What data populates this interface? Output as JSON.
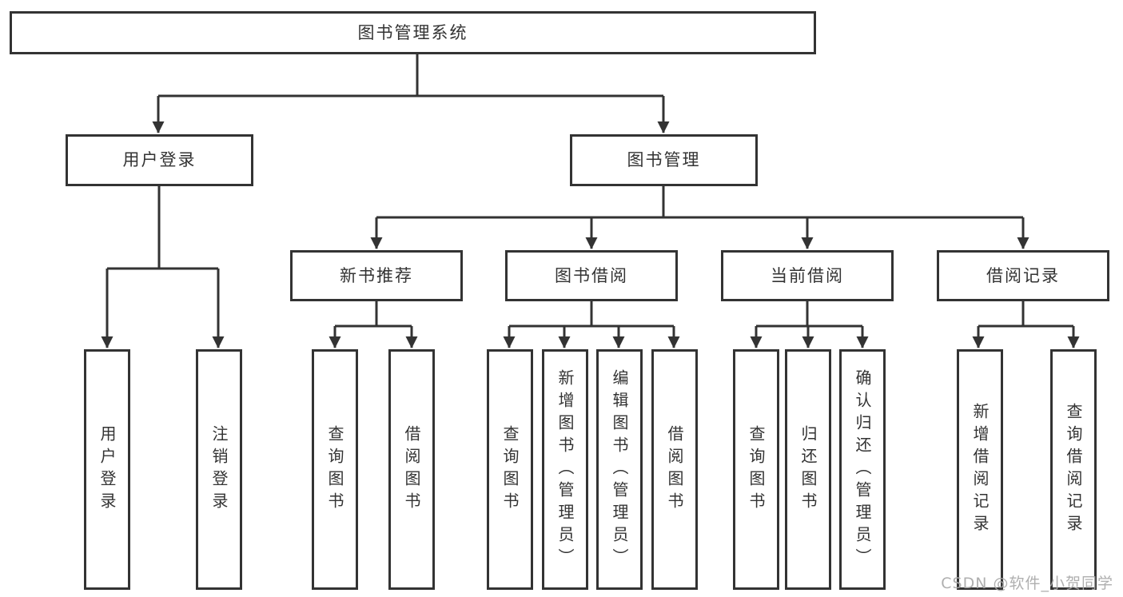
{
  "colors": {
    "line": "#333333",
    "text": "#333333",
    "background": "#ffffff",
    "watermark": "#a9a9a9"
  },
  "watermark": {
    "text": "CSDN @软件_小贺同学"
  },
  "diagram": {
    "type": "tree",
    "title": "图书管理系统",
    "root": {
      "label": "图书管理系统"
    },
    "branches": [
      {
        "label": "用户登录",
        "leaves": [
          {
            "label": "用户登录"
          },
          {
            "label": "注销登录"
          }
        ]
      },
      {
        "label": "图书管理",
        "sections": [
          {
            "label": "新书推荐",
            "leaves": [
              {
                "label": "查询图书"
              },
              {
                "label": "借阅图书"
              }
            ]
          },
          {
            "label": "图书借阅",
            "leaves": [
              {
                "label": "查询图书"
              },
              {
                "label": "新增图书（管理员）"
              },
              {
                "label": "编辑图书（管理员）"
              },
              {
                "label": "借阅图书"
              }
            ]
          },
          {
            "label": "当前借阅",
            "leaves": [
              {
                "label": "查询图书"
              },
              {
                "label": "归还图书"
              },
              {
                "label": "确认归还（管理员）"
              }
            ]
          },
          {
            "label": "借阅记录",
            "leaves": [
              {
                "label": "新增借阅记录"
              },
              {
                "label": "查询借阅记录"
              }
            ]
          }
        ]
      }
    ]
  }
}
